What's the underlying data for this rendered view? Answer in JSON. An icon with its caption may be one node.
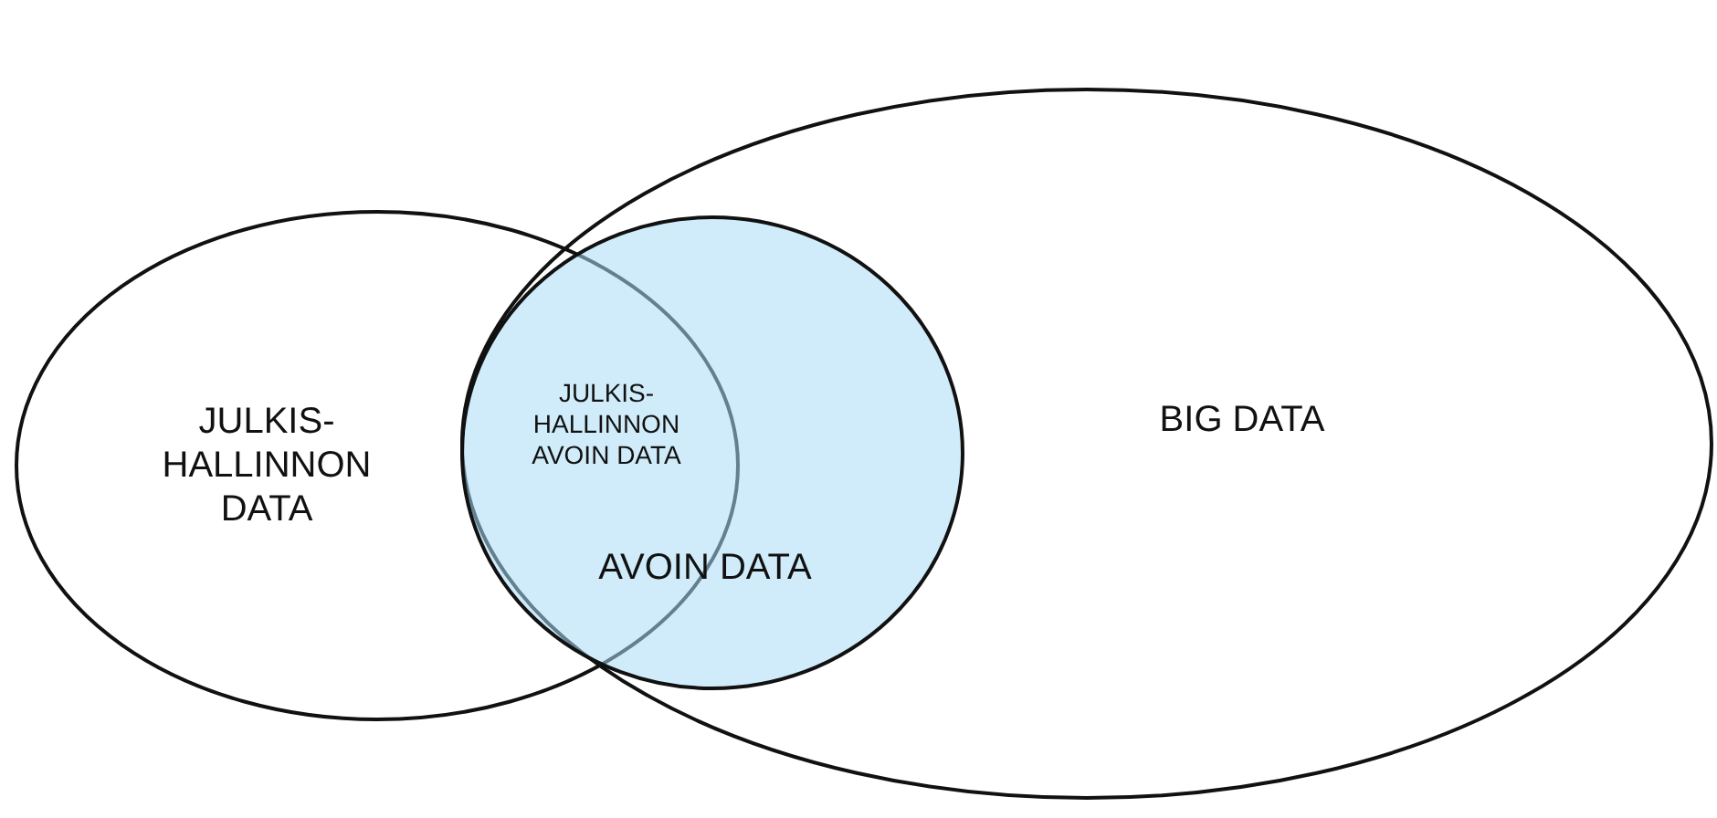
{
  "diagram": {
    "nodes": [
      {
        "text": [
          "JULKIS-HALLINNON DATA"
        ]
      },
      {
        "text": [
          "BIG DATA"
        ]
      },
      {
        "text": [
          "AVOIN DATA"
        ],
        "in": 1
      }
    ],
    "labels": [
      "JULKIS-HALLINNON AVOIN DATA"
    ]
  }
}
